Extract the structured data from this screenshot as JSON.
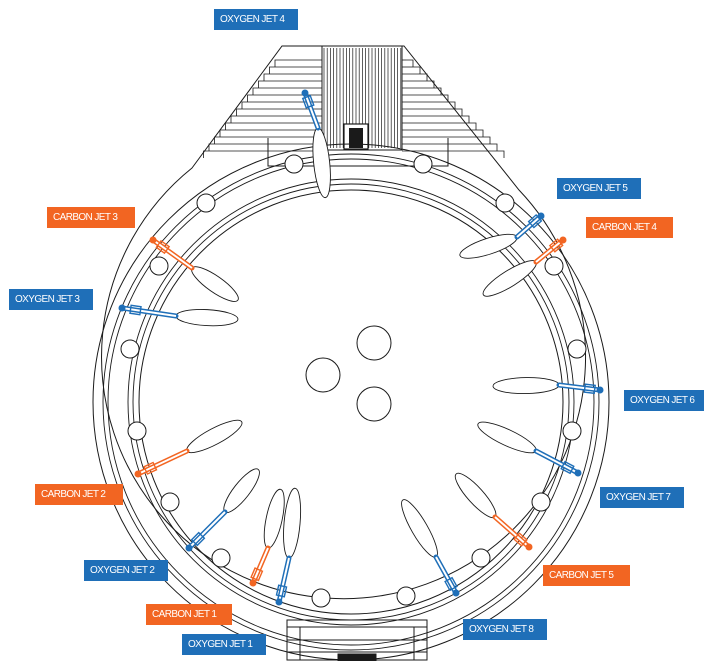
{
  "colors": {
    "oxygen": "#1f6fb8",
    "carbon": "#f26522",
    "line": "#1a1a1a"
  },
  "labels": {
    "oxygen_jet_4": "OXYGEN JET 4",
    "oxygen_jet_5": "OXYGEN JET 5",
    "carbon_jet_3": "CARBON JET 3",
    "carbon_jet_4": "CARBON JET 4",
    "oxygen_jet_3": "OXYGEN JET 3",
    "oxygen_jet_6": "OXYGEN JET 6",
    "carbon_jet_2": "CARBON JET 2",
    "oxygen_jet_7": "OXYGEN JET 7",
    "oxygen_jet_2": "OXYGEN JET 2",
    "carbon_jet_5": "CARBON JET 5",
    "carbon_jet_1": "CARBON JET 1",
    "oxygen_jet_8": "OXYGEN JET 8",
    "oxygen_jet_1": "OXYGEN JET 1"
  }
}
